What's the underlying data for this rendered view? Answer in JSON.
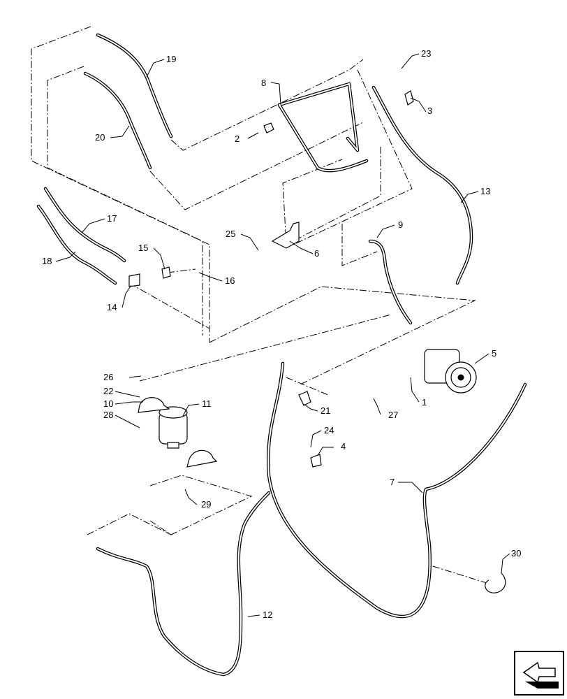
{
  "callouts": [
    {
      "id": "c1",
      "label": "1"
    },
    {
      "id": "c2",
      "label": "2"
    },
    {
      "id": "c3",
      "label": "3"
    },
    {
      "id": "c4",
      "label": "4"
    },
    {
      "id": "c5",
      "label": "5"
    },
    {
      "id": "c6",
      "label": "6"
    },
    {
      "id": "c7",
      "label": "7"
    },
    {
      "id": "c8",
      "label": "8"
    },
    {
      "id": "c9",
      "label": "9"
    },
    {
      "id": "c10",
      "label": "10"
    },
    {
      "id": "c11",
      "label": "11"
    },
    {
      "id": "c12",
      "label": "12"
    },
    {
      "id": "c13",
      "label": "13"
    },
    {
      "id": "c14",
      "label": "14"
    },
    {
      "id": "c15",
      "label": "15"
    },
    {
      "id": "c16",
      "label": "16"
    },
    {
      "id": "c17",
      "label": "17"
    },
    {
      "id": "c18",
      "label": "18"
    },
    {
      "id": "c19",
      "label": "19"
    },
    {
      "id": "c20",
      "label": "20"
    },
    {
      "id": "c21",
      "label": "21"
    },
    {
      "id": "c22",
      "label": "22"
    },
    {
      "id": "c23",
      "label": "23"
    },
    {
      "id": "c24",
      "label": "24"
    },
    {
      "id": "c25",
      "label": "25"
    },
    {
      "id": "c26",
      "label": "26"
    },
    {
      "id": "c27",
      "label": "27"
    },
    {
      "id": "c28",
      "label": "28"
    },
    {
      "id": "c29",
      "label": "29"
    },
    {
      "id": "c30",
      "label": "30"
    }
  ],
  "icons": {
    "navigation": "next-page-arrow-icon"
  }
}
